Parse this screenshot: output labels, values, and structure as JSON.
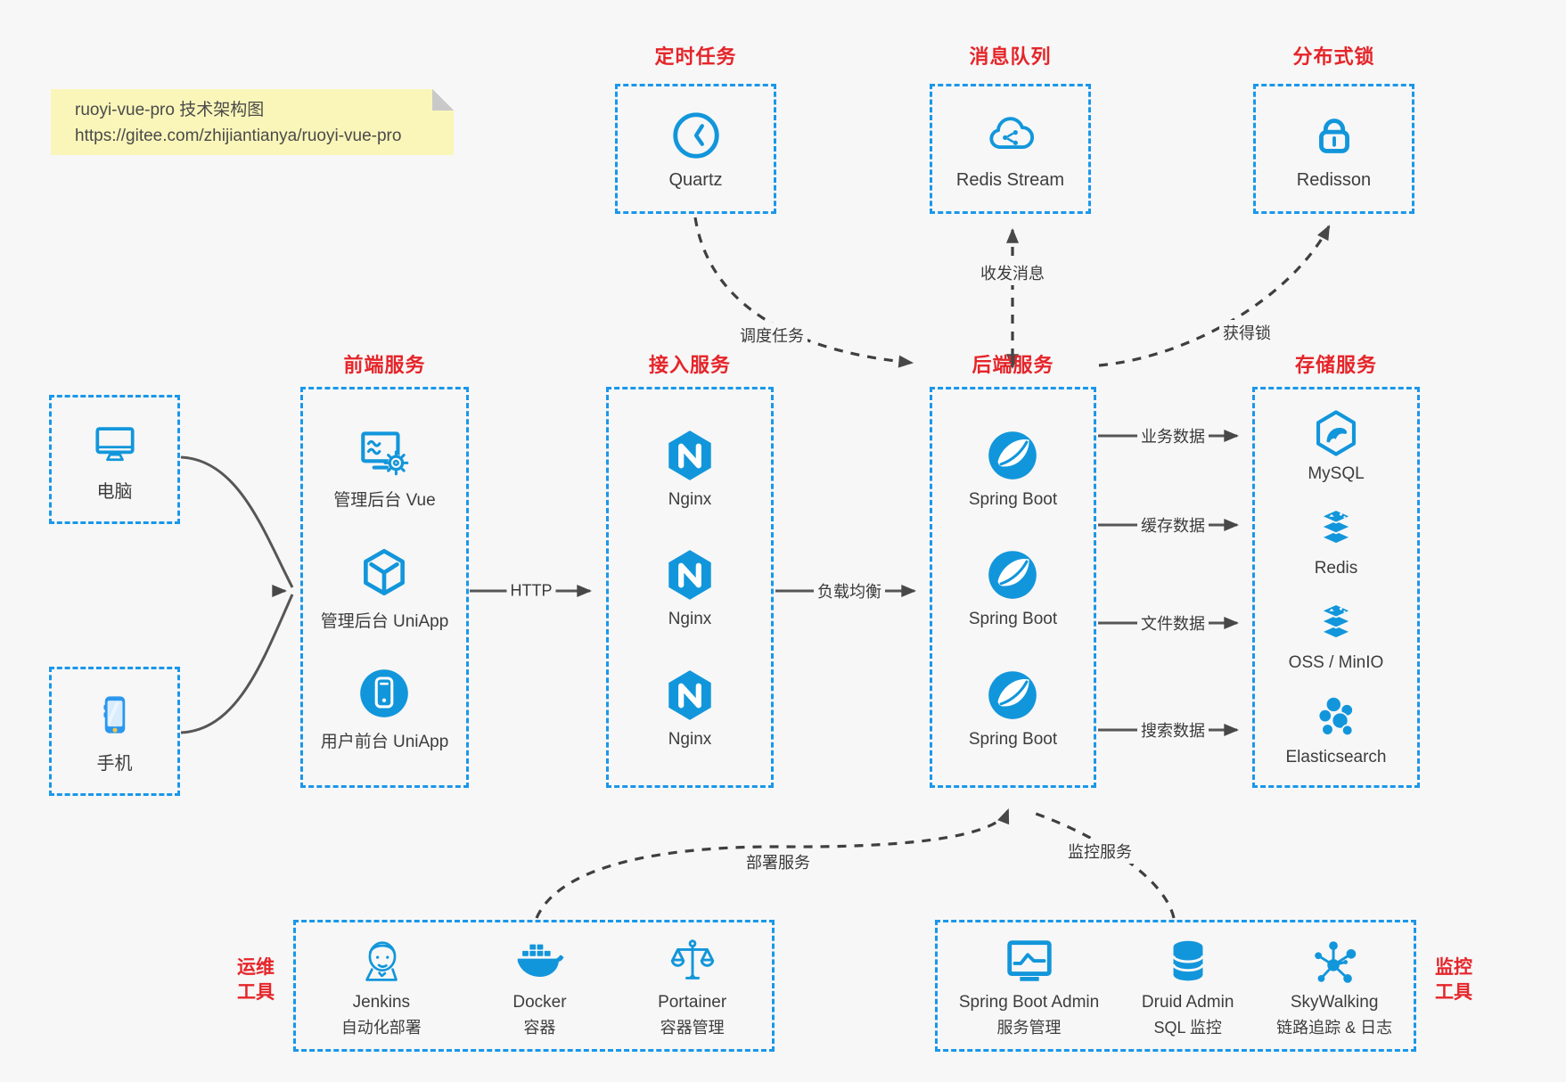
{
  "colors": {
    "accent": "#1296db",
    "border_blue": "#1a97ea",
    "title_red": "#e5252a",
    "text": "#3d3d3d",
    "note_bg": "#faf6b9",
    "canvas_bg": "#f7f7f7",
    "arrow_gray": "#4a4a4a"
  },
  "note": {
    "line1": "ruoyi-vue-pro 技术架构图",
    "line2": "https://gitee.com/zhijiantianya/ruoyi-vue-pro"
  },
  "top_groups": [
    {
      "title": "定时任务",
      "icon": "clock-icon",
      "label": "Quartz"
    },
    {
      "title": "消息队列",
      "icon": "cloud-stream-icon",
      "label": "Redis Stream"
    },
    {
      "title": "分布式锁",
      "icon": "lock-icon",
      "label": "Redisson"
    }
  ],
  "clients": [
    {
      "icon": "desktop-icon",
      "label": "电脑"
    },
    {
      "icon": "smartphone-icon",
      "label": "手机"
    }
  ],
  "columns": [
    {
      "title": "前端服务",
      "items": [
        {
          "icon": "admin-vue-icon",
          "label": "管理后台 Vue"
        },
        {
          "icon": "uniapp-cube-icon",
          "label": "管理后台 UniApp"
        },
        {
          "icon": "uniapp-circle-icon",
          "label": "用户前台 UniApp"
        }
      ]
    },
    {
      "title": "接入服务",
      "items": [
        {
          "icon": "nginx-icon",
          "label": "Nginx"
        },
        {
          "icon": "nginx-icon",
          "label": "Nginx"
        },
        {
          "icon": "nginx-icon",
          "label": "Nginx"
        }
      ]
    },
    {
      "title": "后端服务",
      "items": [
        {
          "icon": "spring-icon",
          "label": "Spring Boot"
        },
        {
          "icon": "spring-icon",
          "label": "Spring Boot"
        },
        {
          "icon": "spring-icon",
          "label": "Spring Boot"
        }
      ]
    },
    {
      "title": "存储服务",
      "items": [
        {
          "icon": "mysql-icon",
          "label": "MySQL"
        },
        {
          "icon": "redis-icon",
          "label": "Redis"
        },
        {
          "icon": "oss-minio-icon",
          "label": "OSS / MinIO"
        },
        {
          "icon": "elasticsearch-icon",
          "label": "Elasticsearch"
        }
      ]
    }
  ],
  "edge_labels": {
    "http": "HTTP",
    "load_balance": "负载均衡",
    "business": "业务数据",
    "cache": "缓存数据",
    "file": "文件数据",
    "search": "搜索数据",
    "schedule": "调度任务",
    "message": "收发消息",
    "lock": "获得锁",
    "deploy": "部署服务",
    "monitor": "监控服务"
  },
  "ops_tools": {
    "title_line1": "运维",
    "title_line2": "工具",
    "items": [
      {
        "icon": "jenkins-icon",
        "name": "Jenkins",
        "desc": "自动化部署"
      },
      {
        "icon": "docker-icon",
        "name": "Docker",
        "desc": "容器"
      },
      {
        "icon": "portainer-icon",
        "name": "Portainer",
        "desc": "容器管理"
      }
    ]
  },
  "monitor_tools": {
    "title_line1": "监控",
    "title_line2": "工具",
    "items": [
      {
        "icon": "spring-boot-admin-icon",
        "name": "Spring Boot Admin",
        "desc": "服务管理"
      },
      {
        "icon": "druid-icon",
        "name": "Druid Admin",
        "desc": "SQL 监控"
      },
      {
        "icon": "skywalking-icon",
        "name": "SkyWalking",
        "desc": "链路追踪 & 日志"
      }
    ]
  }
}
